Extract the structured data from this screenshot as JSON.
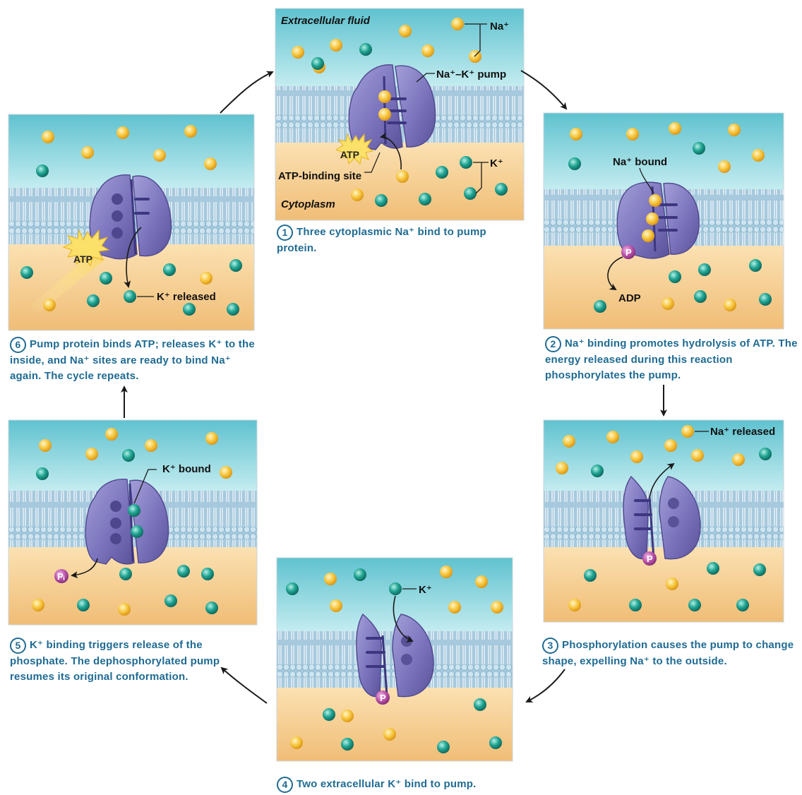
{
  "panels": [
    {
      "id": 1,
      "step": "1",
      "caption": "Three cytoplasmic Na⁺ bind to pump protein.",
      "labels": {
        "extracellular": "Extracellular fluid",
        "cytoplasm": "Cytoplasm",
        "na": "Na⁺",
        "pump": "Na⁺–K⁺ pump",
        "k": "K⁺",
        "atp": "ATP",
        "atp_site": "ATP-binding site"
      }
    },
    {
      "id": 2,
      "step": "2",
      "caption": "Na⁺ binding promotes hydrolysis of ATP. The energy released during this reaction phosphorylates the pump.",
      "labels": {
        "na_bound": "Na⁺ bound",
        "adp": "ADP",
        "p": "P"
      }
    },
    {
      "id": 3,
      "step": "3",
      "caption": "Phosphorylation causes the pump to change shape, expelling Na⁺ to the outside.",
      "labels": {
        "na_released": "Na⁺ released",
        "p": "P"
      }
    },
    {
      "id": 4,
      "step": "4",
      "caption": "Two extracellular K⁺ bind to pump.",
      "labels": {
        "k": "K⁺",
        "p": "P"
      }
    },
    {
      "id": 5,
      "step": "5",
      "caption": "K⁺ binding triggers release of the phosphate. The dephosphorylated pump resumes its original conformation.",
      "labels": {
        "k_bound": "K⁺ bound",
        "pi": "Pᵢ"
      }
    },
    {
      "id": 6,
      "step": "6",
      "caption": "Pump protein binds ATP; releases K⁺ to the inside, and Na⁺ sites are ready to bind Na⁺ again. The cycle repeats.",
      "labels": {
        "atp": "ATP",
        "k_released": "K⁺ released"
      }
    }
  ],
  "colors": {
    "extracellular": "#7fcfd9",
    "cytoplasm": "#f6cf92",
    "membrane": "#a9cce0",
    "pump": "#7d76bf",
    "sodium": "#f2b21f",
    "potassium": "#1d9a8c",
    "phosphate": "#b54ea6",
    "atp_burst": "#fbe06a",
    "caption": "#1f6b93"
  },
  "icons": [
    "sodium-ion-icon",
    "potassium-ion-icon",
    "phosphate-icon",
    "atp-burst-icon",
    "cycle-arrow-icon"
  ]
}
